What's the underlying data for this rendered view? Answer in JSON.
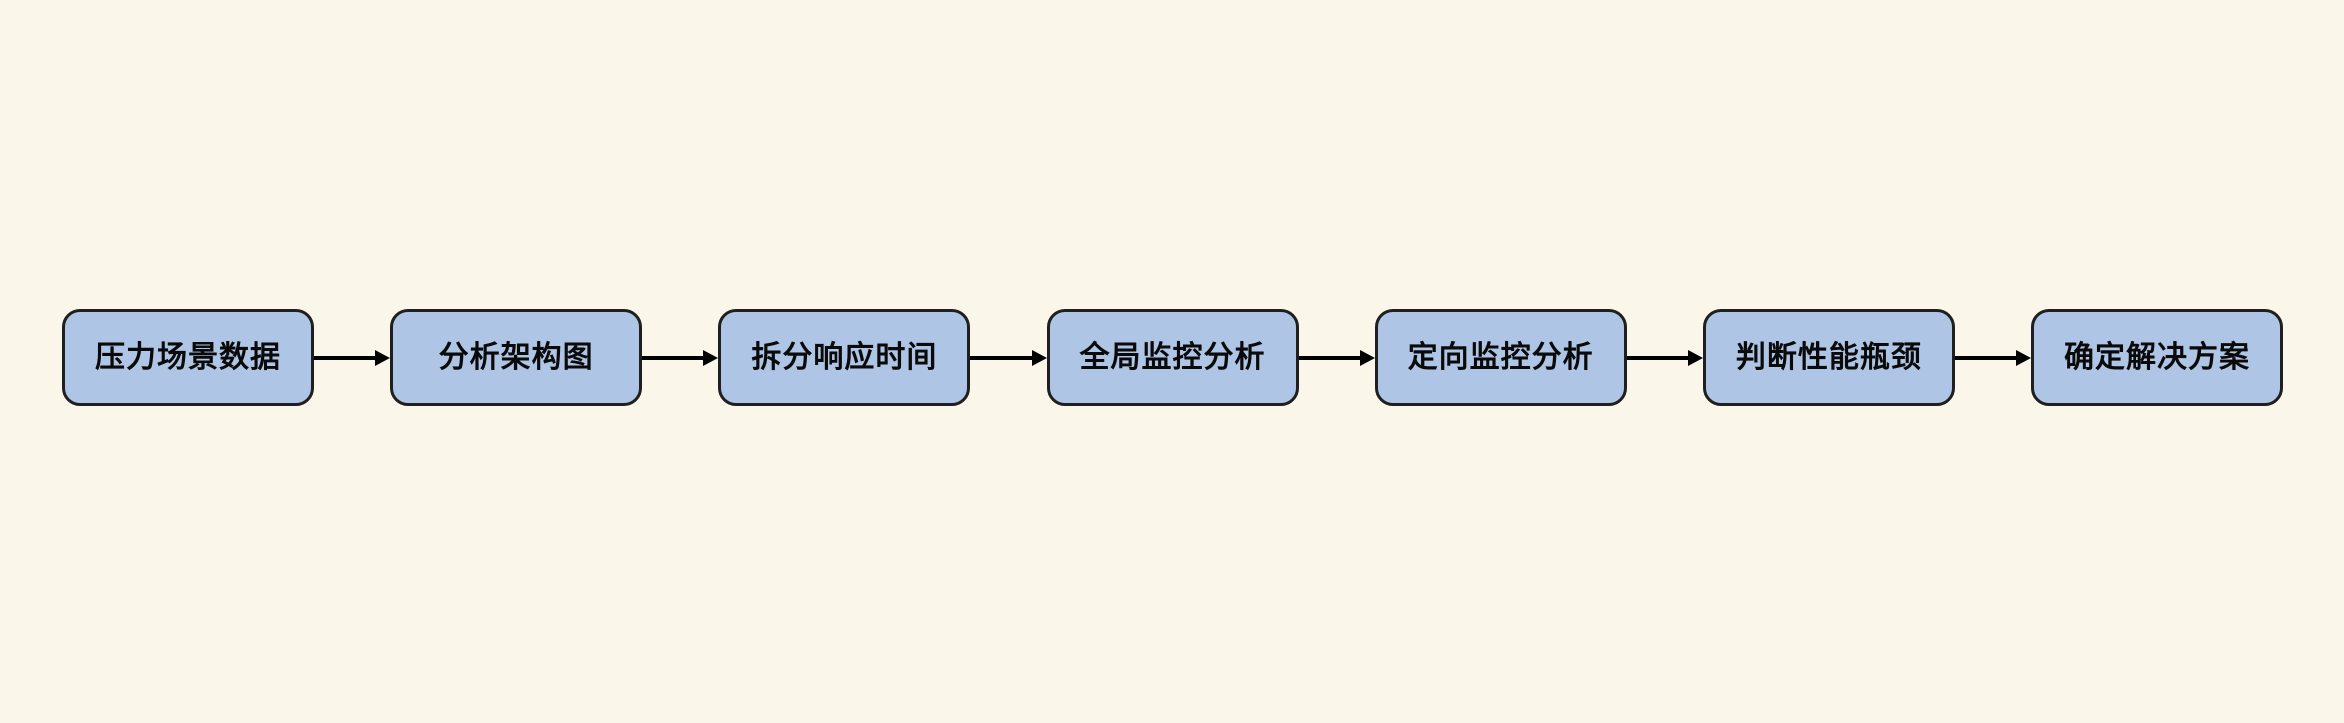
{
  "colors": {
    "bg": "#FAF6EA",
    "node-fill": "#AFC5E5",
    "node-border": "#1F1F1F",
    "arrow": "#000000",
    "text": "#0A0A0A"
  },
  "flow": {
    "direction": "left-to-right",
    "nodes": [
      {
        "label": "压力场景数据"
      },
      {
        "label": "分析架构图"
      },
      {
        "label": "拆分响应时间"
      },
      {
        "label": "全局监控分析"
      },
      {
        "label": "定向监控分析"
      },
      {
        "label": "判断性能瓶颈"
      },
      {
        "label": "确定解决方案"
      }
    ]
  }
}
